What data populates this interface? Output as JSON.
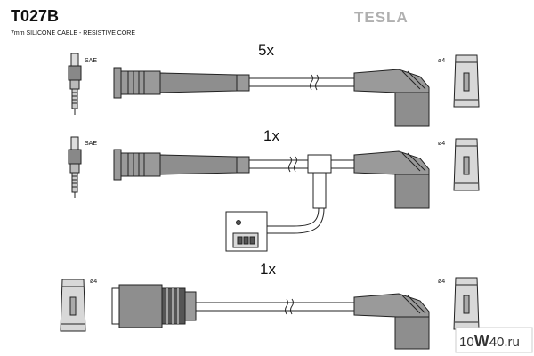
{
  "header": {
    "part_code": "T027B",
    "subtitle": "7mm SILICONE CABLE - RESISTIVE CORE",
    "brand": "TESLA"
  },
  "colors": {
    "line": "#222222",
    "fill_gray": "#9a9a9a",
    "fill_light": "#d8d8d8",
    "fill_dark": "#555555",
    "brand_text": "#b0b0b0",
    "watermark_bg": "#ffffff",
    "watermark_text": "#333333"
  },
  "rows": [
    {
      "quantity": "5x",
      "plug_label": "SAE",
      "coil_label": "ø4",
      "has_sensor": false
    },
    {
      "quantity": "1x",
      "plug_label": "SAE",
      "coil_label": "ø4",
      "has_sensor": true
    },
    {
      "quantity": "1x",
      "plug_label": "ø4",
      "coil_label": "ø4",
      "has_sensor": false
    }
  ],
  "watermark": {
    "part1": "10",
    "part2": "W",
    "part3": "40",
    "part4": ".ru"
  }
}
